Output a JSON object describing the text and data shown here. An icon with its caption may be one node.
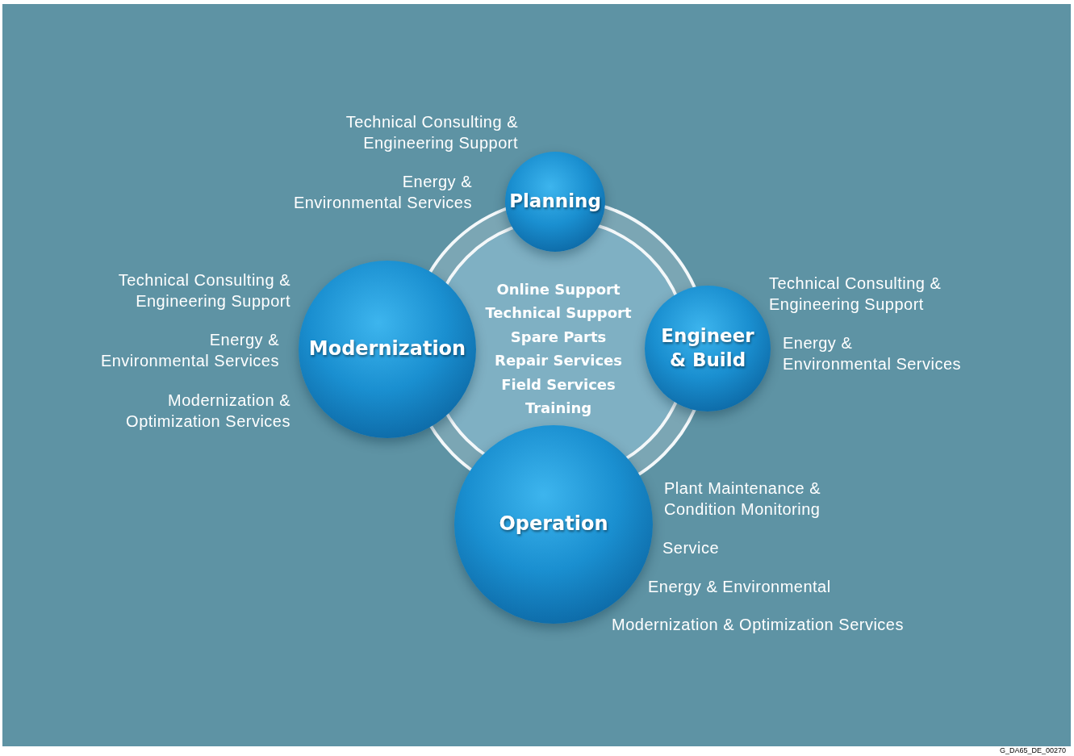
{
  "diagram": {
    "nodes": [
      {
        "text": [
          "Planning"
        ],
        "beside": [
          "Technical Consulting & Engineering Support",
          "Energy & Environmental Services"
        ]
      },
      {
        "text": [
          "Modernization"
        ],
        "beside": [
          "Technical Consulting & Engineering Support",
          "Energy & Environmental Services",
          "Modernization & Optimization Services"
        ]
      },
      {
        "text": [
          "Online Support",
          "Technical Support",
          "Spare Parts",
          "Repair Services",
          "Field Services",
          "Training"
        ]
      },
      {
        "text": [
          "Engineer & Build"
        ],
        "beside": [
          "Technical Consulting & Engineering Support",
          "Energy & Environmental Services"
        ]
      },
      {
        "text": [
          "Operation"
        ],
        "beside": [
          "Plant Maintenance & Condition Monitoring",
          "Service",
          "Energy & Environmental",
          "Modernization & Optimization Services"
        ]
      }
    ],
    "edges": [],
    "labels": [
      "G_DA65_DE_00270"
    ]
  }
}
